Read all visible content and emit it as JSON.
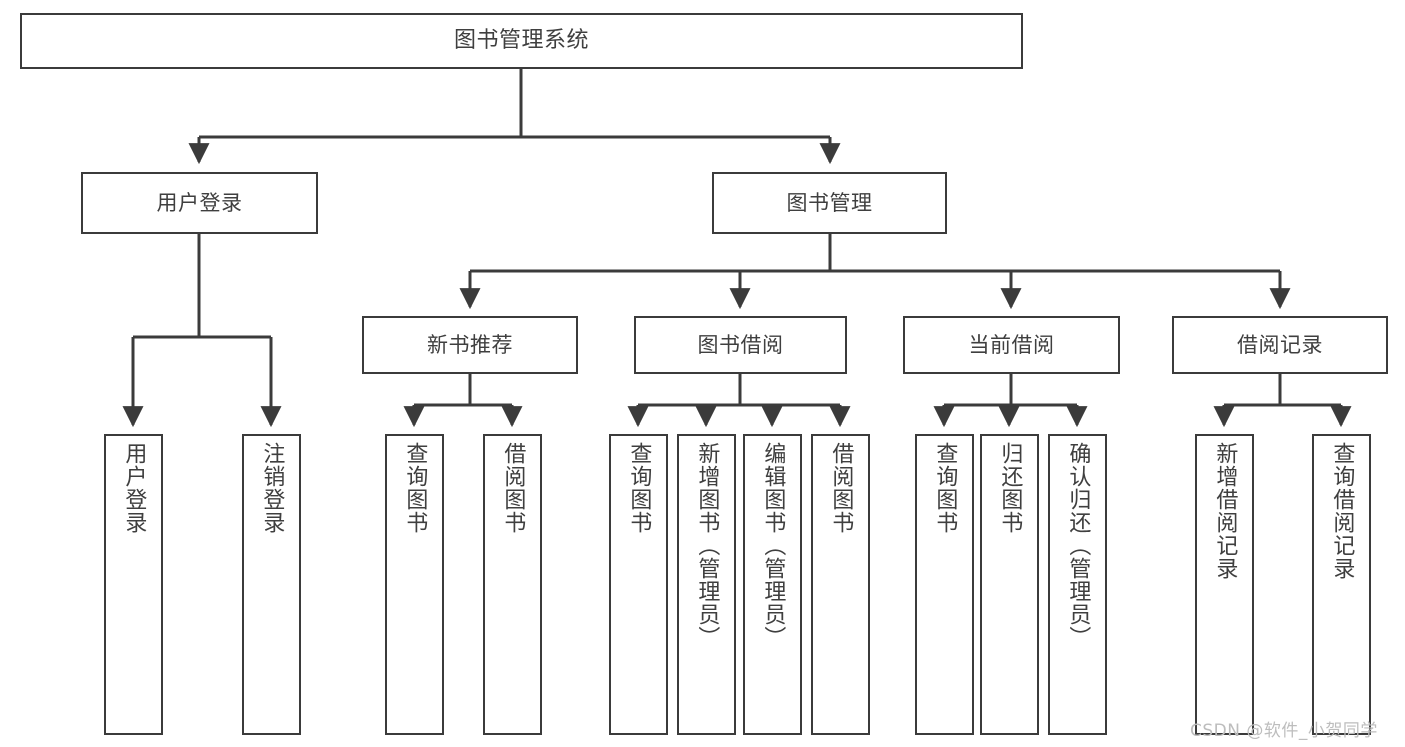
{
  "diagram": {
    "title": "图书管理系统",
    "type": "tree",
    "watermark": "CSDN @软件_小贺同学",
    "colors": {
      "node_border": "#3b3b3b",
      "node_fill": "#ffffff",
      "text": "#3f3f3f",
      "edge": "#3b3b3b",
      "watermark": "#bdbdbd",
      "background": "#ffffff"
    },
    "nodes": {
      "root": {
        "label": "图书管理系统"
      },
      "level1": [
        {
          "id": "user-login",
          "label": "用户登录"
        },
        {
          "id": "book-manage",
          "label": "图书管理"
        }
      ],
      "level2": [
        {
          "id": "new-book-recommend",
          "label": "新书推荐",
          "parent": "book-manage"
        },
        {
          "id": "book-borrow",
          "label": "图书借阅",
          "parent": "book-manage"
        },
        {
          "id": "current-borrow",
          "label": "当前借阅",
          "parent": "book-manage"
        },
        {
          "id": "borrow-record",
          "label": "借阅记录",
          "parent": "book-manage"
        }
      ],
      "leaves": [
        {
          "id": "leaf-user-login",
          "label": "用户登录",
          "parent": "user-login"
        },
        {
          "id": "leaf-user-logout",
          "label": "注销登录",
          "parent": "user-login"
        },
        {
          "id": "leaf-query-book-1",
          "label": "查询图书",
          "parent": "new-book-recommend"
        },
        {
          "id": "leaf-borrow-book-1",
          "label": "借阅图书",
          "parent": "new-book-recommend"
        },
        {
          "id": "leaf-query-book-2",
          "label": "查询图书",
          "parent": "book-borrow"
        },
        {
          "id": "leaf-add-book",
          "label": "新增图书（管理员）",
          "parent": "book-borrow"
        },
        {
          "id": "leaf-edit-book",
          "label": "编辑图书（管理员）",
          "parent": "book-borrow"
        },
        {
          "id": "leaf-borrow-book-2",
          "label": "借阅图书",
          "parent": "book-borrow"
        },
        {
          "id": "leaf-query-book-3",
          "label": "查询图书",
          "parent": "current-borrow"
        },
        {
          "id": "leaf-return-book",
          "label": "归还图书",
          "parent": "current-borrow"
        },
        {
          "id": "leaf-confirm-return",
          "label": "确认归还（管理员）",
          "parent": "current-borrow"
        },
        {
          "id": "leaf-add-record",
          "label": "新增借阅记录",
          "parent": "borrow-record"
        },
        {
          "id": "leaf-query-record",
          "label": "查询借阅记录",
          "parent": "borrow-record"
        }
      ]
    }
  }
}
